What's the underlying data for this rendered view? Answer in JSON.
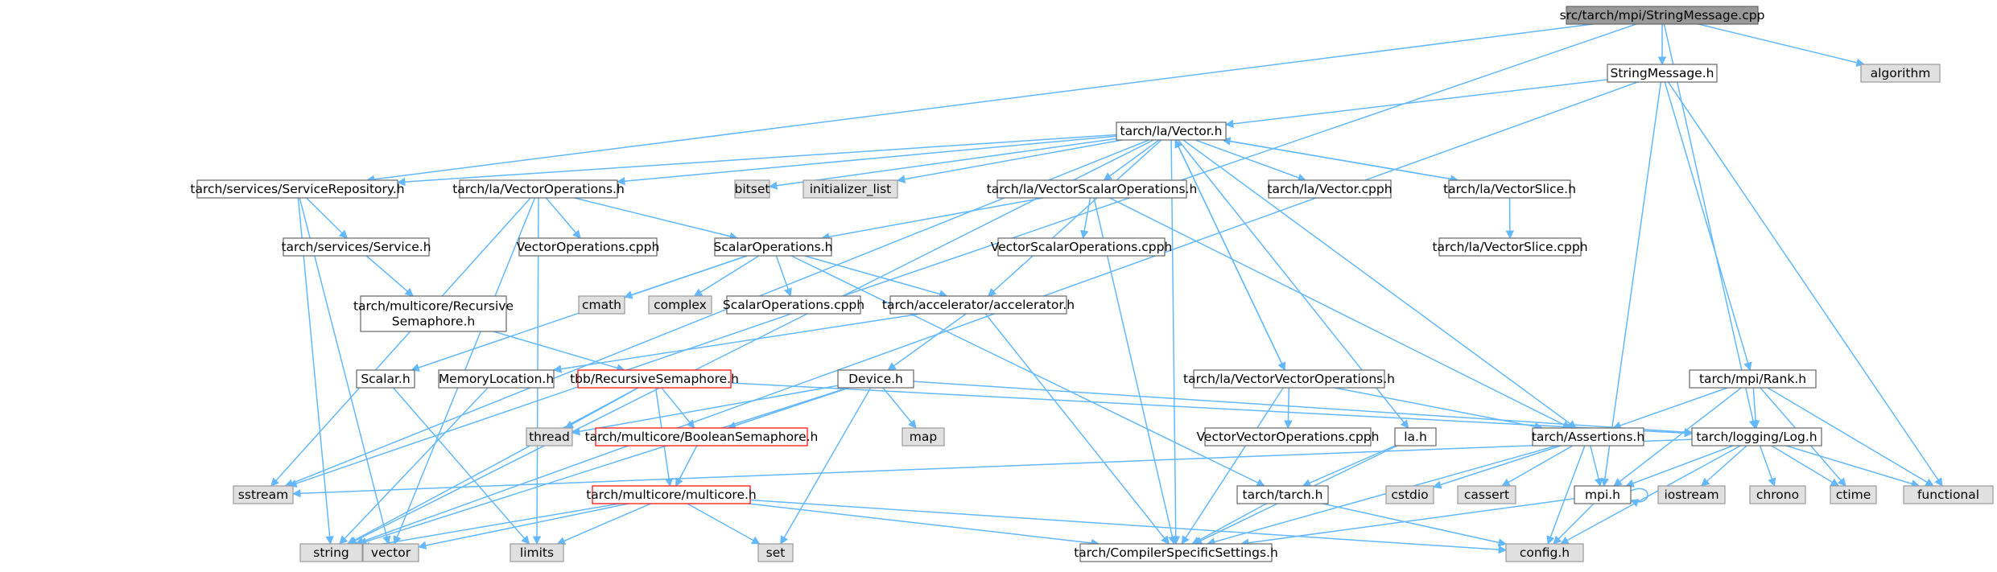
{
  "colors": {
    "edge": "#63b8ff",
    "root_fill": "#999999",
    "root_stroke": "#666666",
    "node_fill": "#ffffff",
    "node_stroke": "#666666",
    "external_fill": "#e0e0e0",
    "external_stroke": "#999999",
    "truncated_stroke": "#ff0000"
  },
  "nodes": [
    {
      "id": "root",
      "lines": [
        "src/tarch/mpi/StringMessage.cpp"
      ],
      "style": "root"
    },
    {
      "id": "stringmessage_h",
      "lines": [
        "StringMessage.h"
      ],
      "style": "normal"
    },
    {
      "id": "algorithm",
      "lines": [
        "algorithm"
      ],
      "style": "external"
    },
    {
      "id": "vector_h",
      "lines": [
        "tarch/la/Vector.h"
      ],
      "style": "normal"
    },
    {
      "id": "service_repository",
      "lines": [
        "tarch/services/ServiceRepository.h"
      ],
      "style": "normal"
    },
    {
      "id": "vector_operations",
      "lines": [
        "tarch/la/VectorOperations.h"
      ],
      "style": "normal"
    },
    {
      "id": "bitset",
      "lines": [
        "bitset"
      ],
      "style": "external"
    },
    {
      "id": "initializer_list",
      "lines": [
        "initializer_list"
      ],
      "style": "external"
    },
    {
      "id": "vector_scalar_ops",
      "lines": [
        "tarch/la/VectorScalarOperations.h"
      ],
      "style": "normal"
    },
    {
      "id": "vector_cpph",
      "lines": [
        "tarch/la/Vector.cpph"
      ],
      "style": "normal"
    },
    {
      "id": "vector_slice",
      "lines": [
        "tarch/la/VectorSlice.h"
      ],
      "style": "normal"
    },
    {
      "id": "vector_slice_cpph",
      "lines": [
        "tarch/la/VectorSlice.cpph"
      ],
      "style": "normal"
    },
    {
      "id": "service_h",
      "lines": [
        "tarch/services/Service.h"
      ],
      "style": "normal"
    },
    {
      "id": "vector_operations_cpph",
      "lines": [
        "VectorOperations.cpph"
      ],
      "style": "normal"
    },
    {
      "id": "scalar_operations",
      "lines": [
        "ScalarOperations.h"
      ],
      "style": "normal"
    },
    {
      "id": "vector_scalar_ops_cpph",
      "lines": [
        "VectorScalarOperations.cpph"
      ],
      "style": "normal"
    },
    {
      "id": "multicore_recursive",
      "lines": [
        "tarch/multicore/Recursive",
        "Semaphore.h"
      ],
      "style": "normal"
    },
    {
      "id": "cmath",
      "lines": [
        "cmath"
      ],
      "style": "external"
    },
    {
      "id": "complex",
      "lines": [
        "complex"
      ],
      "style": "external"
    },
    {
      "id": "scalar_operations_cpph",
      "lines": [
        "ScalarOperations.cpph"
      ],
      "style": "normal"
    },
    {
      "id": "accelerator",
      "lines": [
        "tarch/accelerator/accelerator.h"
      ],
      "style": "normal"
    },
    {
      "id": "scalar_h",
      "lines": [
        "Scalar.h"
      ],
      "style": "normal"
    },
    {
      "id": "memory_location",
      "lines": [
        "MemoryLocation.h"
      ],
      "style": "normal"
    },
    {
      "id": "tbb_recursive",
      "lines": [
        "tbb/RecursiveSemaphore.h"
      ],
      "style": "truncated"
    },
    {
      "id": "device_h",
      "lines": [
        "Device.h"
      ],
      "style": "normal"
    },
    {
      "id": "vector_vector_ops",
      "lines": [
        "tarch/la/VectorVectorOperations.h"
      ],
      "style": "normal"
    },
    {
      "id": "mpi_rank",
      "lines": [
        "tarch/mpi/Rank.h"
      ],
      "style": "normal"
    },
    {
      "id": "thread",
      "lines": [
        "thread"
      ],
      "style": "external"
    },
    {
      "id": "boolean_semaphore",
      "lines": [
        "tarch/multicore/BooleanSemaphore.h"
      ],
      "style": "truncated"
    },
    {
      "id": "map",
      "lines": [
        "map"
      ],
      "style": "external"
    },
    {
      "id": "vector_vector_ops_cpph",
      "lines": [
        "VectorVectorOperations.cpph"
      ],
      "style": "normal"
    },
    {
      "id": "la_h",
      "lines": [
        "la.h"
      ],
      "style": "normal"
    },
    {
      "id": "assertions",
      "lines": [
        "tarch/Assertions.h"
      ],
      "style": "normal"
    },
    {
      "id": "logging_log",
      "lines": [
        "tarch/logging/Log.h"
      ],
      "style": "normal"
    },
    {
      "id": "sstream",
      "lines": [
        "sstream"
      ],
      "style": "external"
    },
    {
      "id": "multicore_h",
      "lines": [
        "tarch/multicore/multicore.h"
      ],
      "style": "truncated"
    },
    {
      "id": "tarch_h",
      "lines": [
        "tarch/tarch.h"
      ],
      "style": "normal"
    },
    {
      "id": "cstdio",
      "lines": [
        "cstdio"
      ],
      "style": "external"
    },
    {
      "id": "cassert",
      "lines": [
        "cassert"
      ],
      "style": "external"
    },
    {
      "id": "mpi_h",
      "lines": [
        "mpi.h"
      ],
      "style": "normal"
    },
    {
      "id": "iostream",
      "lines": [
        "iostream"
      ],
      "style": "external"
    },
    {
      "id": "chrono",
      "lines": [
        "chrono"
      ],
      "style": "external"
    },
    {
      "id": "ctime",
      "lines": [
        "ctime"
      ],
      "style": "external"
    },
    {
      "id": "functional",
      "lines": [
        "functional"
      ],
      "style": "external"
    },
    {
      "id": "string",
      "lines": [
        "string"
      ],
      "style": "external"
    },
    {
      "id": "vector_std",
      "lines": [
        "vector"
      ],
      "style": "external"
    },
    {
      "id": "limits",
      "lines": [
        "limits"
      ],
      "style": "external"
    },
    {
      "id": "set",
      "lines": [
        "set"
      ],
      "style": "external"
    },
    {
      "id": "compiler_specific",
      "lines": [
        "tarch/CompilerSpecificSettings.h"
      ],
      "style": "normal"
    },
    {
      "id": "config_h",
      "lines": [
        "config.h"
      ],
      "style": "external"
    }
  ],
  "edges": [
    [
      "root",
      "stringmessage_h"
    ],
    [
      "root",
      "algorithm"
    ],
    [
      "root",
      "service_repository"
    ],
    [
      "root",
      "sstream"
    ],
    [
      "root",
      "logging_log"
    ],
    [
      "stringmessage_h",
      "vector_h"
    ],
    [
      "stringmessage_h",
      "string"
    ],
    [
      "stringmessage_h",
      "mpi_h"
    ],
    [
      "stringmessage_h",
      "mpi_rank"
    ],
    [
      "stringmessage_h",
      "functional"
    ],
    [
      "vector_h",
      "service_repository"
    ],
    [
      "vector_h",
      "vector_operations"
    ],
    [
      "vector_h",
      "bitset"
    ],
    [
      "vector_h",
      "initializer_list"
    ],
    [
      "vector_h",
      "vector_scalar_ops"
    ],
    [
      "vector_h",
      "vector_cpph"
    ],
    [
      "vector_h",
      "vector_slice"
    ],
    [
      "vector_h",
      "accelerator"
    ],
    [
      "vector_h",
      "sstream"
    ],
    [
      "vector_h",
      "string"
    ],
    [
      "vector_h",
      "compiler_specific"
    ],
    [
      "vector_h",
      "la_h"
    ],
    [
      "vector_h",
      "assertions"
    ],
    [
      "vector_h",
      "vector_vector_ops"
    ],
    [
      "vector_slice",
      "vector_h"
    ],
    [
      "vector_slice",
      "vector_slice_cpph"
    ],
    [
      "service_repository",
      "service_h"
    ],
    [
      "service_repository",
      "string"
    ],
    [
      "service_repository",
      "vector_std"
    ],
    [
      "service_h",
      "multicore_recursive"
    ],
    [
      "multicore_recursive",
      "tbb_recursive"
    ],
    [
      "vector_operations",
      "vector_operations_cpph"
    ],
    [
      "vector_operations",
      "scalar_operations"
    ],
    [
      "vector_operations",
      "sstream"
    ],
    [
      "vector_operations",
      "vector_std"
    ],
    [
      "vector_operations",
      "limits"
    ],
    [
      "vector_scalar_ops",
      "vector_scalar_ops_cpph"
    ],
    [
      "vector_scalar_ops",
      "scalar_operations"
    ],
    [
      "vector_scalar_ops",
      "assertions"
    ],
    [
      "vector_scalar_ops",
      "compiler_specific"
    ],
    [
      "scalar_operations",
      "cmath"
    ],
    [
      "scalar_operations",
      "complex"
    ],
    [
      "scalar_operations",
      "scalar_operations_cpph"
    ],
    [
      "scalar_operations",
      "accelerator"
    ],
    [
      "scalar_operations",
      "scalar_h"
    ],
    [
      "scalar_operations",
      "tarch_h"
    ],
    [
      "accelerator",
      "memory_location"
    ],
    [
      "accelerator",
      "device_h"
    ],
    [
      "accelerator",
      "compiler_specific"
    ],
    [
      "scalar_h",
      "limits"
    ],
    [
      "memory_location",
      "string"
    ],
    [
      "tbb_recursive",
      "thread"
    ],
    [
      "tbb_recursive",
      "boolean_semaphore"
    ],
    [
      "tbb_recursive",
      "multicore_h"
    ],
    [
      "tbb_recursive",
      "string"
    ],
    [
      "tbb_recursive",
      "logging_log"
    ],
    [
      "device_h",
      "thread"
    ],
    [
      "device_h",
      "boolean_semaphore"
    ],
    [
      "device_h",
      "map"
    ],
    [
      "device_h",
      "set"
    ],
    [
      "device_h",
      "string"
    ],
    [
      "device_h",
      "logging_log"
    ],
    [
      "boolean_semaphore",
      "multicore_h"
    ],
    [
      "multicore_h",
      "string"
    ],
    [
      "multicore_h",
      "vector_std"
    ],
    [
      "multicore_h",
      "limits"
    ],
    [
      "multicore_h",
      "set"
    ],
    [
      "multicore_h",
      "compiler_specific"
    ],
    [
      "multicore_h",
      "config_h"
    ],
    [
      "vector_vector_ops",
      "vector_h"
    ],
    [
      "vector_vector_ops",
      "vector_vector_ops_cpph"
    ],
    [
      "vector_vector_ops",
      "assertions"
    ],
    [
      "vector_vector_ops",
      "compiler_specific"
    ],
    [
      "la_h",
      "tarch_h"
    ],
    [
      "la_h",
      "compiler_specific"
    ],
    [
      "tarch_h",
      "compiler_specific"
    ],
    [
      "tarch_h",
      "config_h"
    ],
    [
      "mpi_rank",
      "assertions"
    ],
    [
      "mpi_rank",
      "logging_log"
    ],
    [
      "mpi_rank",
      "mpi_h"
    ],
    [
      "mpi_rank",
      "ctime"
    ],
    [
      "mpi_rank",
      "functional"
    ],
    [
      "assertions",
      "cstdio"
    ],
    [
      "assertions",
      "cassert"
    ],
    [
      "assertions",
      "mpi_h"
    ],
    [
      "assertions",
      "config_h"
    ],
    [
      "assertions",
      "compiler_specific"
    ],
    [
      "logging_log",
      "sstream"
    ],
    [
      "logging_log",
      "iostream"
    ],
    [
      "logging_log",
      "chrono"
    ],
    [
      "logging_log",
      "ctime"
    ],
    [
      "logging_log",
      "functional"
    ],
    [
      "logging_log",
      "mpi_h"
    ],
    [
      "logging_log",
      "config_h"
    ],
    [
      "mpi_h",
      "mpi_h"
    ],
    [
      "mpi_h",
      "compiler_specific"
    ],
    [
      "mpi_h",
      "config_h"
    ]
  ]
}
